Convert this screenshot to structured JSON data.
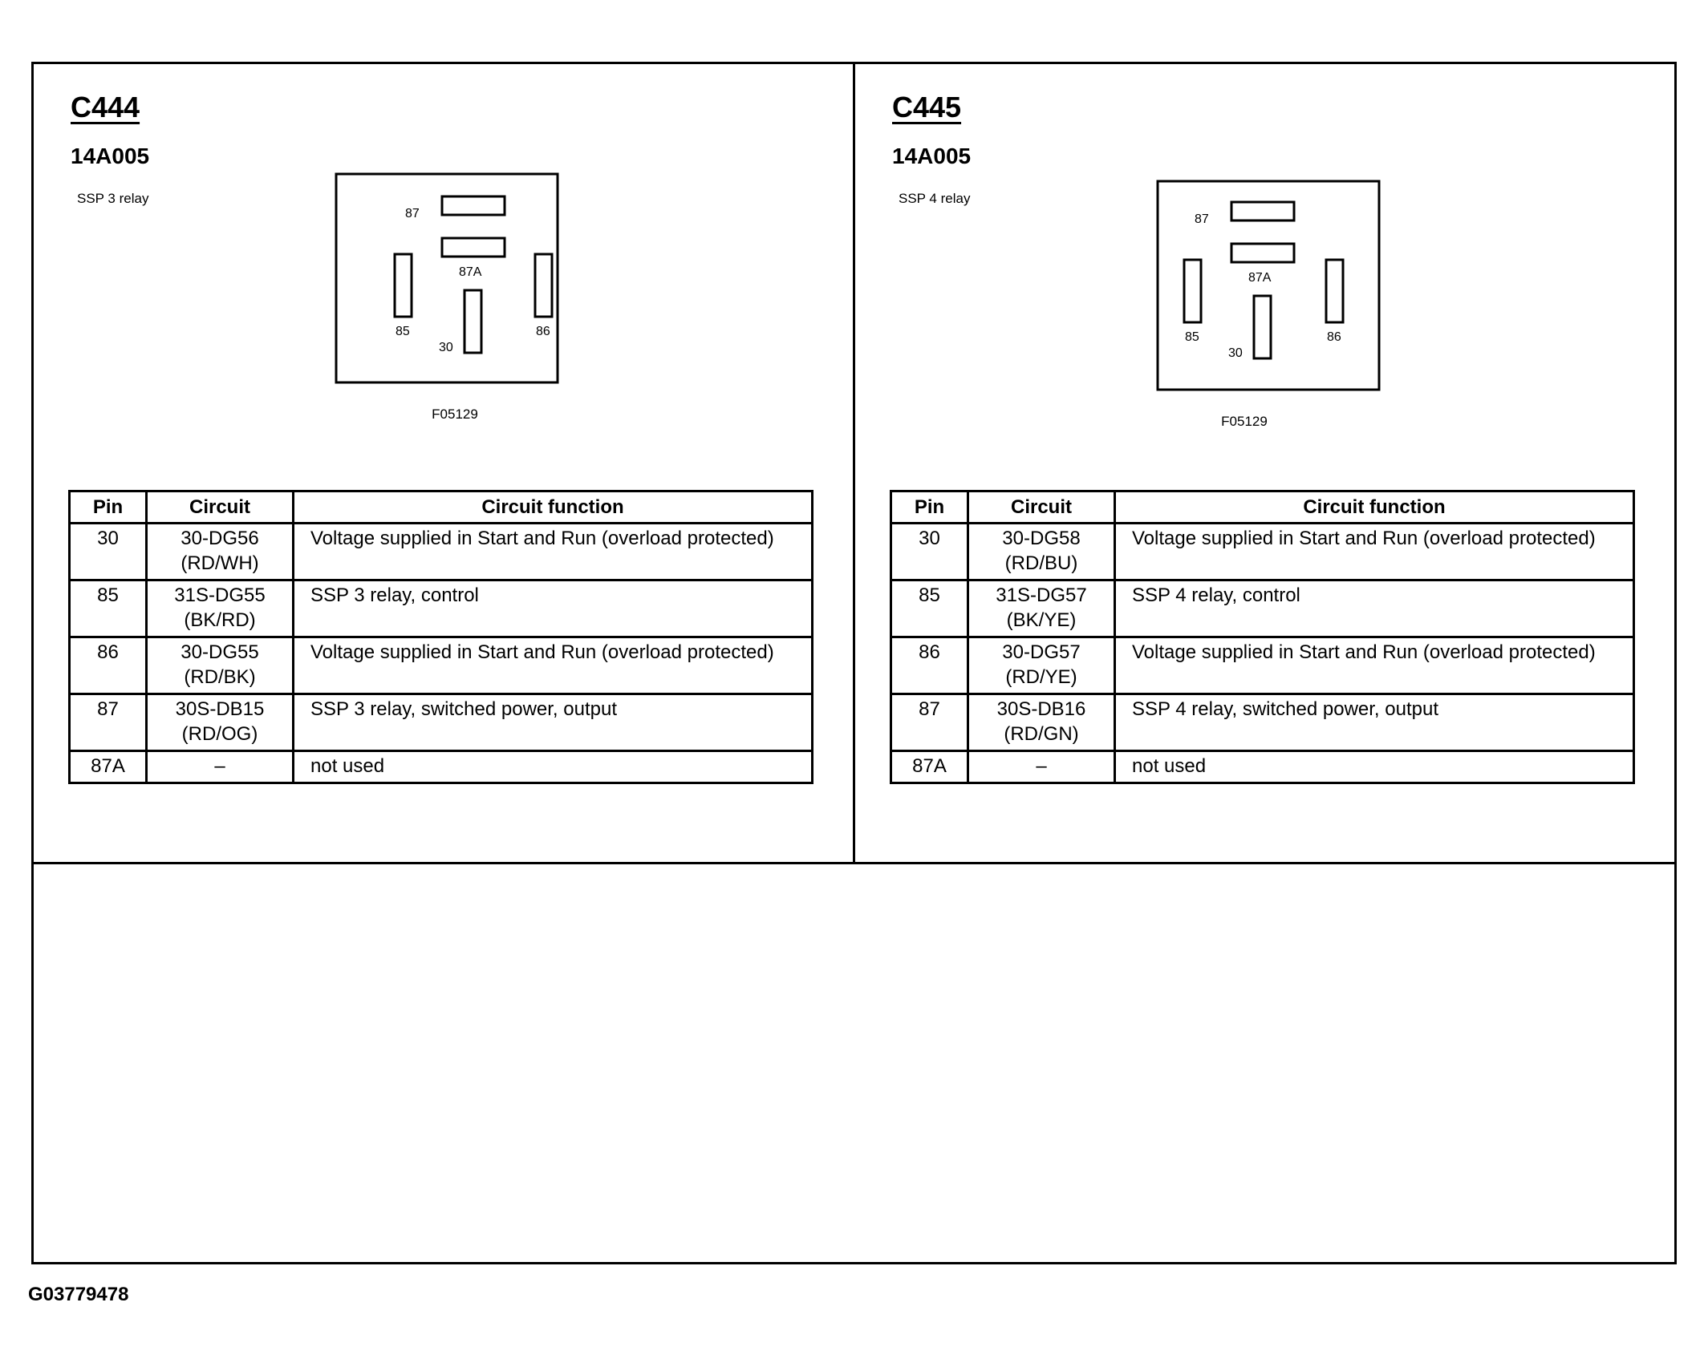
{
  "connectors": [
    {
      "id": "C444",
      "part_number": "14A005",
      "relay_name": "SSP 3 relay",
      "figure_id": "F05129",
      "pin_labels": {
        "p87": "87",
        "p87a": "87A",
        "p85": "85",
        "p30": "30",
        "p86": "86"
      },
      "table": {
        "headers": [
          "Pin",
          "Circuit",
          "Circuit function"
        ],
        "rows": [
          {
            "pin": "30",
            "circuit": [
              "30-DG56",
              "(RD/WH)"
            ],
            "function": "Voltage supplied in Start and Run (overload protected)"
          },
          {
            "pin": "85",
            "circuit": [
              "31S-DG55",
              "(BK/RD)"
            ],
            "function": "SSP 3 relay, control"
          },
          {
            "pin": "86",
            "circuit": [
              "30-DG55",
              "(RD/BK)"
            ],
            "function": "Voltage supplied in Start and Run (overload protected)"
          },
          {
            "pin": "87",
            "circuit": [
              "30S-DB15",
              "(RD/OG)"
            ],
            "function": "SSP 3 relay, switched power, output"
          },
          {
            "pin": "87A",
            "circuit": [
              "–"
            ],
            "function": "not used"
          }
        ]
      }
    },
    {
      "id": "C445",
      "part_number": "14A005",
      "relay_name": "SSP 4 relay",
      "figure_id": "F05129",
      "pin_labels": {
        "p87": "87",
        "p87a": "87A",
        "p85": "85",
        "p30": "30",
        "p86": "86"
      },
      "table": {
        "headers": [
          "Pin",
          "Circuit",
          "Circuit function"
        ],
        "rows": [
          {
            "pin": "30",
            "circuit": [
              "30-DG58",
              "(RD/BU)"
            ],
            "function": "Voltage supplied in Start and Run (overload protected)"
          },
          {
            "pin": "85",
            "circuit": [
              "31S-DG57",
              "(BK/YE)"
            ],
            "function": "SSP 4 relay, control"
          },
          {
            "pin": "86",
            "circuit": [
              "30-DG57",
              "(RD/YE)"
            ],
            "function": "Voltage supplied in Start and Run (overload protected)"
          },
          {
            "pin": "87",
            "circuit": [
              "30S-DB16",
              "(RD/GN)"
            ],
            "function": "SSP 4 relay, switched power, output"
          },
          {
            "pin": "87A",
            "circuit": [
              "–"
            ],
            "function": "not used"
          }
        ]
      }
    }
  ],
  "document_id": "G03779478"
}
